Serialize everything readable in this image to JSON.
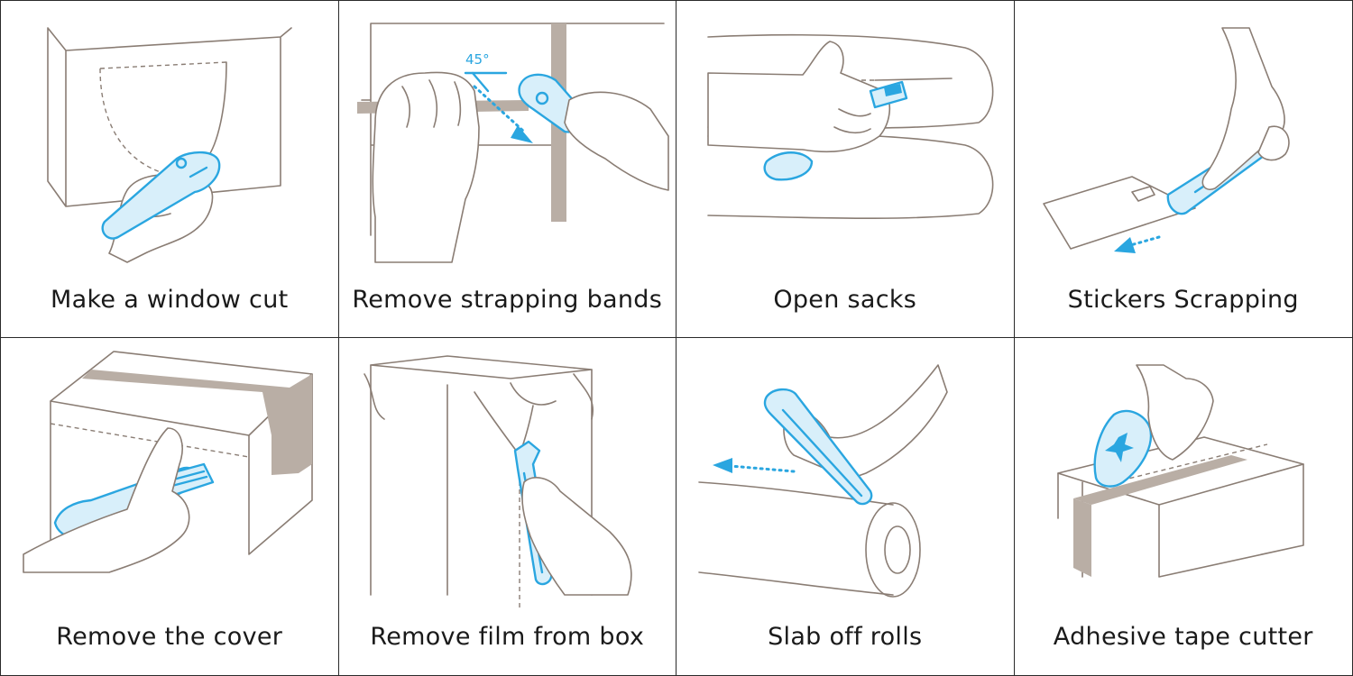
{
  "panels": [
    {
      "id": "window-cut",
      "caption": "Make a window cut"
    },
    {
      "id": "strapping-bands",
      "caption": "Remove strapping bands",
      "angle_label": "45°"
    },
    {
      "id": "open-sacks",
      "caption": "Open sacks"
    },
    {
      "id": "stickers-scrapping",
      "caption": "Stickers Scrapping"
    },
    {
      "id": "remove-cover",
      "caption": "Remove the cover"
    },
    {
      "id": "remove-film",
      "caption": "Remove film from box"
    },
    {
      "id": "slab-off-rolls",
      "caption": "Slab off rolls"
    },
    {
      "id": "tape-cutter",
      "caption": "Adhesive tape cutter"
    }
  ],
  "colors": {
    "line": "#8a7d74",
    "accent": "#2aa6e0",
    "band": "#b9aea5",
    "grid": "#2a2a2a"
  }
}
